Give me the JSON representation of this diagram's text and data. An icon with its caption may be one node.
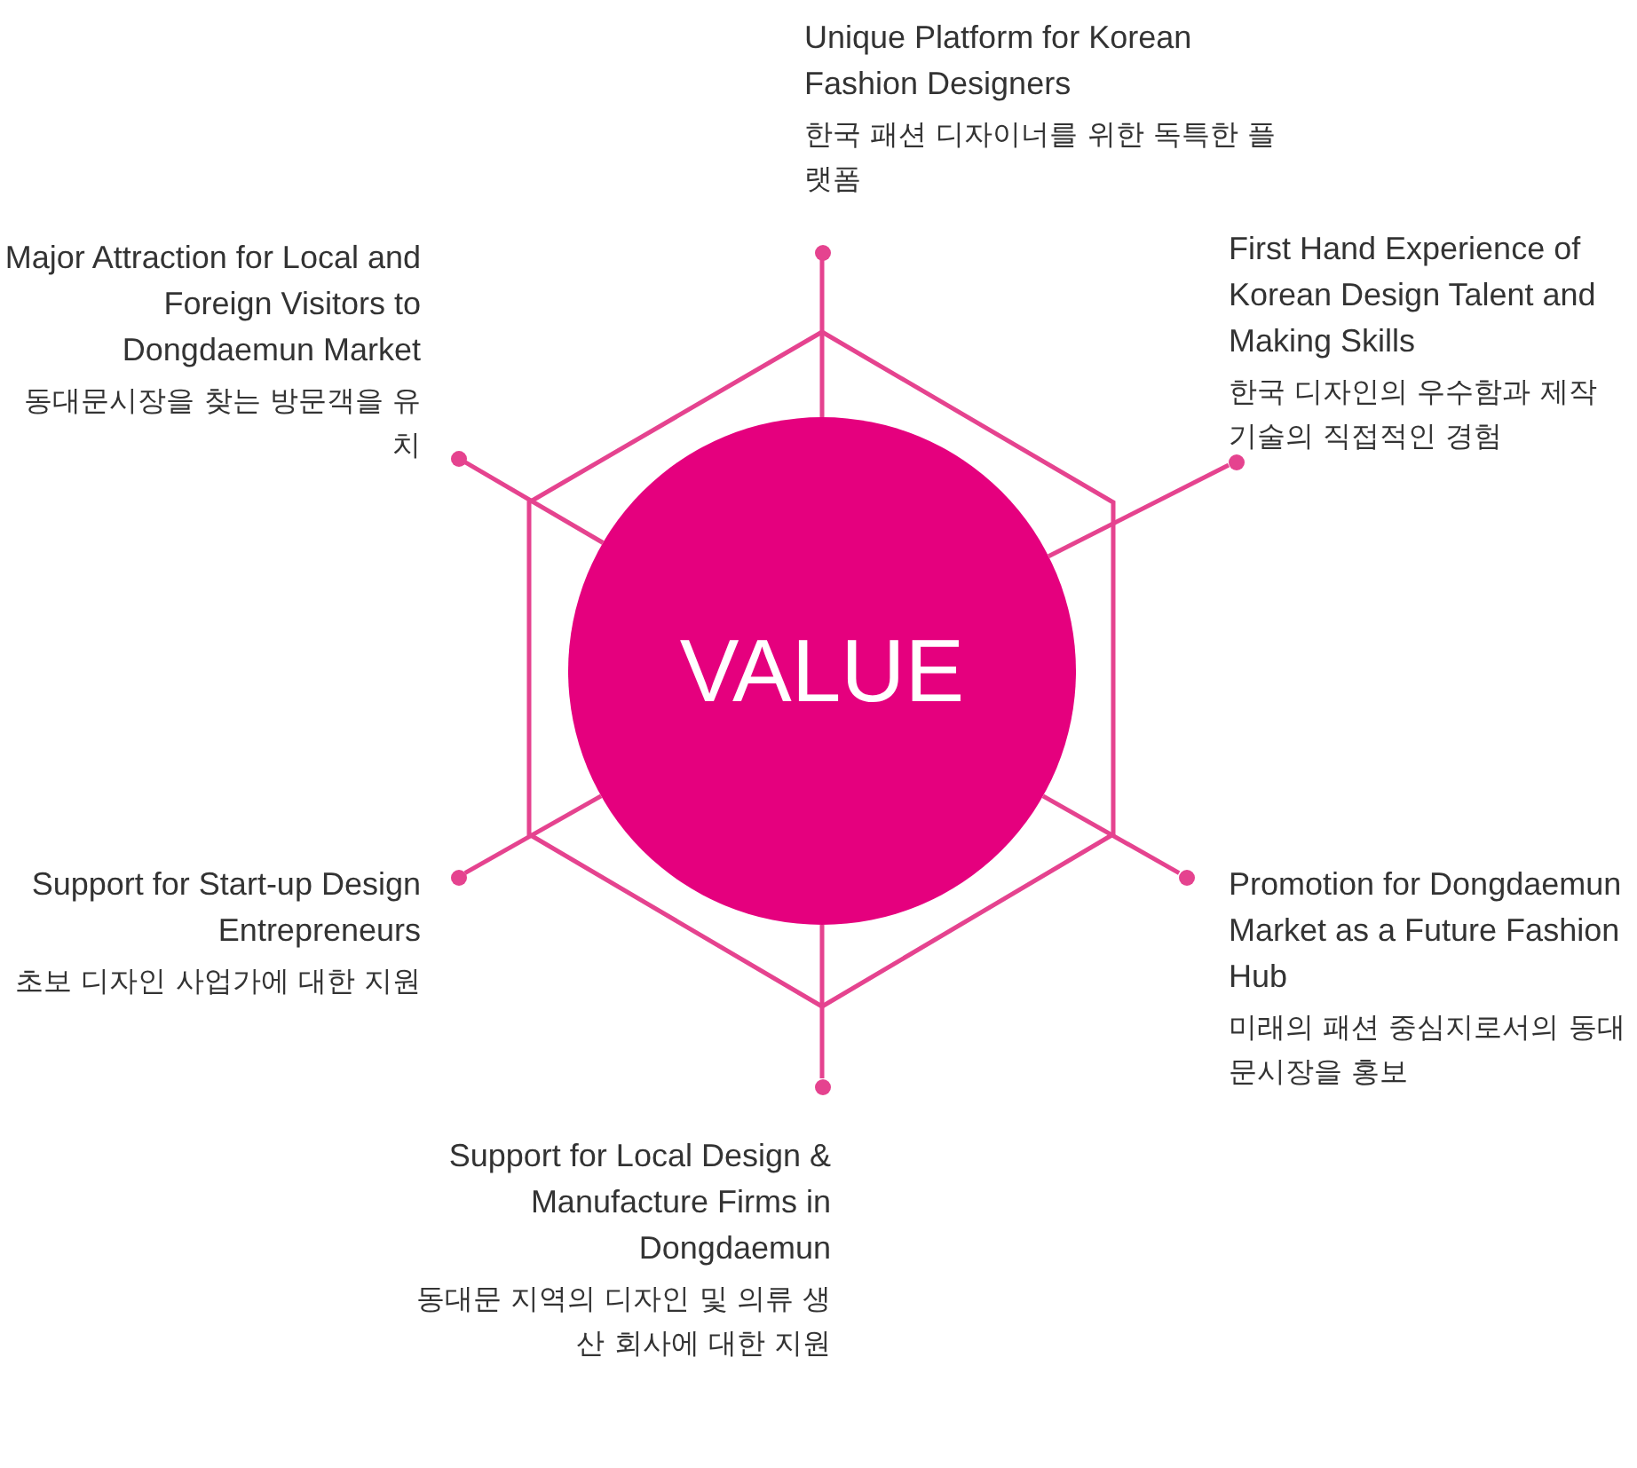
{
  "diagram": {
    "nodes": [
      {
        "text": [
          "VALUE"
        ]
      },
      {
        "text": [],
        "shape": "circle",
        "beside": [
          "Unique Platform for Korean Fashion Designers",
          "한국 패션 디자이너를 위한 독특한 플랫폼"
        ]
      },
      {
        "text": [],
        "shape": "circle",
        "beside": [
          "First Hand Experience of Korean Design Talent and Making Skills",
          "한국 디자인의 우수함과 제작 기술의 직접적인 경험"
        ]
      },
      {
        "text": [],
        "shape": "circle",
        "beside": [
          "Promotion for Dongdaemun Market as a Future Fashion Hub",
          "미래의 패션 중심지로서의 동대문시장을 홍보"
        ]
      },
      {
        "text": [],
        "shape": "circle",
        "beside": [
          "Support for Local Design & Manufacture Firms in Dongdaemun",
          "동대문 지역의 디자인 및 의류 생산 회사에 대한 지원"
        ]
      },
      {
        "text": [],
        "shape": "circle",
        "beside": [
          "Support for Start-up Design Entrepreneurs",
          "초보 디자인 사업가에 대한 지원"
        ]
      },
      {
        "text": [],
        "shape": "circle",
        "beside": [
          "Major Attraction for Local and Foreign Visitors to Dongdaemun Market",
          "동대문시장을 찾는 방문객을 유치"
        ]
      }
    ],
    "edges": [
      {
        "from": 0,
        "to": 1,
        "arrow": "none"
      },
      {
        "from": 0,
        "to": 2,
        "arrow": "none"
      },
      {
        "from": 0,
        "to": 3,
        "arrow": "none"
      },
      {
        "from": 0,
        "to": 4,
        "arrow": "none"
      },
      {
        "from": 0,
        "to": 5,
        "arrow": "none"
      },
      {
        "from": 0,
        "to": 6,
        "arrow": "none"
      }
    ]
  }
}
